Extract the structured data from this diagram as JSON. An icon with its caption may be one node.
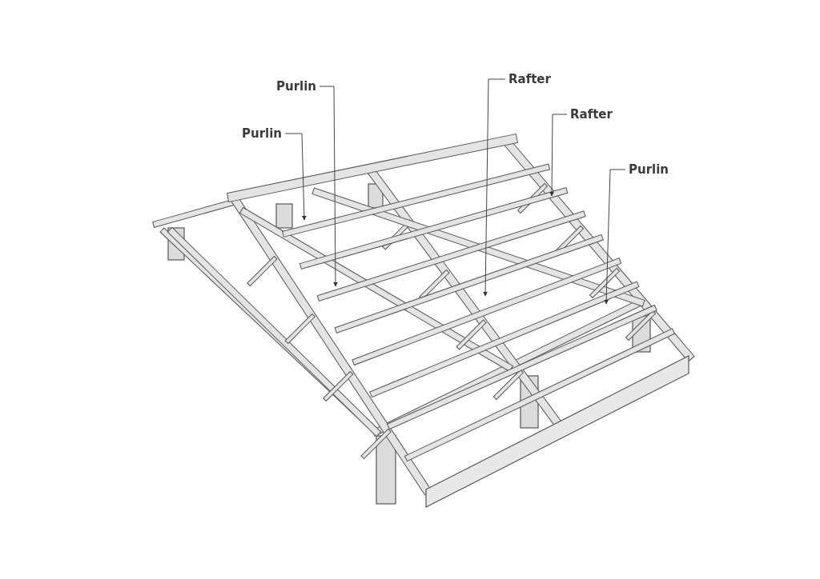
{
  "diagram": {
    "nodes": [
      {
        "text": [
          "Rafter"
        ]
      },
      {
        "text": [
          "Purlin"
        ]
      },
      {
        "text": [
          "Rafter"
        ]
      },
      {
        "text": [
          "Purlin"
        ]
      },
      {
        "text": [
          "Purlin"
        ]
      }
    ],
    "edges": [
      {
        "from": 0,
        "to": null,
        "arrow": "to"
      },
      {
        "from": 1,
        "to": null,
        "arrow": "to"
      },
      {
        "from": 2,
        "to": null,
        "arrow": "to"
      },
      {
        "from": 3,
        "to": null,
        "arrow": "to"
      },
      {
        "from": 4,
        "to": null,
        "arrow": "to"
      }
    ]
  }
}
